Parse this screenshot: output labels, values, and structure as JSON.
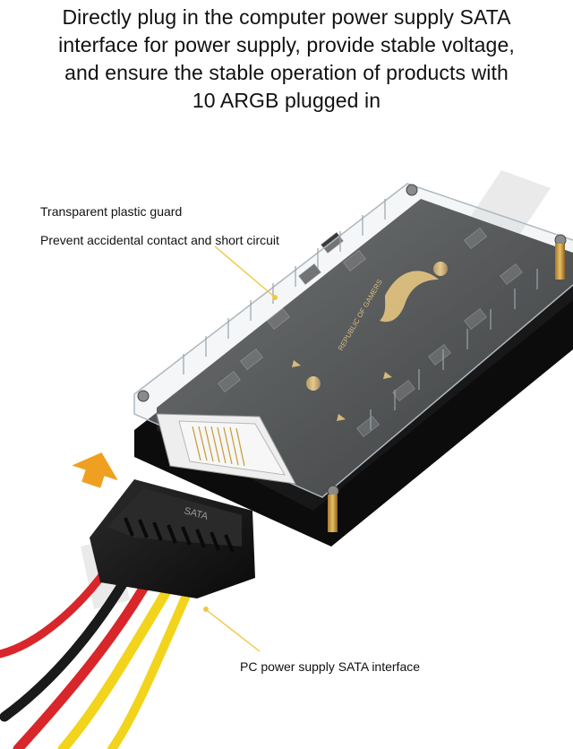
{
  "headline": {
    "line1": "Directly plug in the computer power supply SATA",
    "line2": "interface for power supply, provide stable voltage,",
    "line3": "and ensure the stable operation of products with",
    "line4": "10 ARGB plugged in"
  },
  "callouts": {
    "guard_title": "Transparent plastic guard",
    "guard_desc": "Prevent accidental contact and short circuit",
    "sata_label": "PC power supply SATA interface"
  },
  "product": {
    "connector_label": "SATA",
    "board_text": "REPUBLIC OF GAMERS"
  },
  "colors": {
    "arrow": "#f0a020",
    "leader": "#f0c840",
    "board": "#1c1c1c",
    "wire_red": "#d8262a",
    "wire_yellow": "#f2d41c",
    "wire_black": "#1a1a1a"
  }
}
